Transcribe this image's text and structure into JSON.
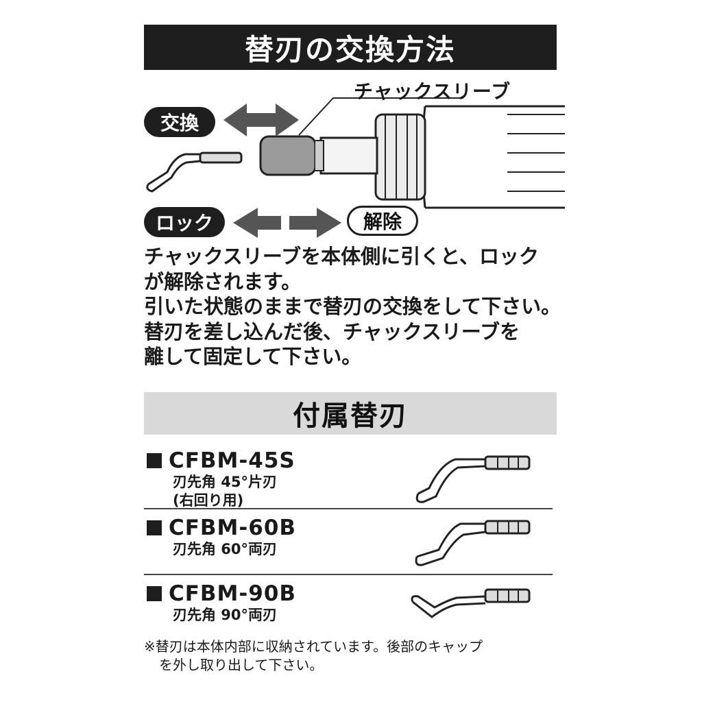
{
  "header": {
    "title": "替刃の交換方法"
  },
  "diagram": {
    "sleeve_label": "チャックスリーブ",
    "exchange_label": "交換",
    "lock_label": "ロック",
    "release_label": "解除"
  },
  "instructions": [
    "チャックスリーブを本体側に引くと、ロック",
    "が解除されます。",
    "引いた状態のままで替刃の交換をして下さい。",
    "替刃を差し込んだ後、チャックスリーブを",
    "離して固定して下さい。"
  ],
  "accessories": {
    "title": "付属替刃",
    "items": [
      {
        "model": "CFBM-45S",
        "desc1": "刃先角 45°片刃",
        "desc2": "(右回り用)"
      },
      {
        "model": "CFBM-60B",
        "desc1": "刃先角 60°両刃"
      },
      {
        "model": "CFBM-90B",
        "desc1": "刃先角 90°両刃"
      }
    ]
  },
  "note": [
    "※替刃は本体内部に収納されています。後部のキャップ",
    "を外し取り出して下さい。"
  ]
}
